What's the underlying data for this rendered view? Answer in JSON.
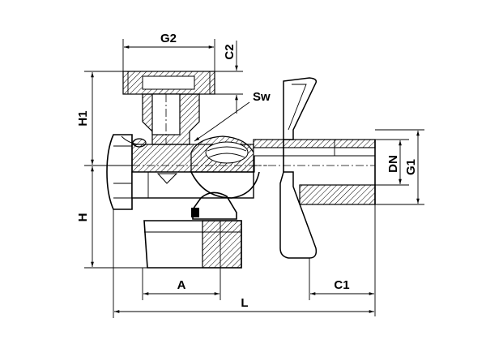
{
  "drawing": {
    "title": "",
    "labels": {
      "g2": "G2",
      "c2": "C2",
      "sw": "Sw",
      "h1": "H1",
      "h": "H",
      "dn": "DN",
      "g1": "G1",
      "a": "A",
      "c1": "C1",
      "l": "L"
    }
  }
}
